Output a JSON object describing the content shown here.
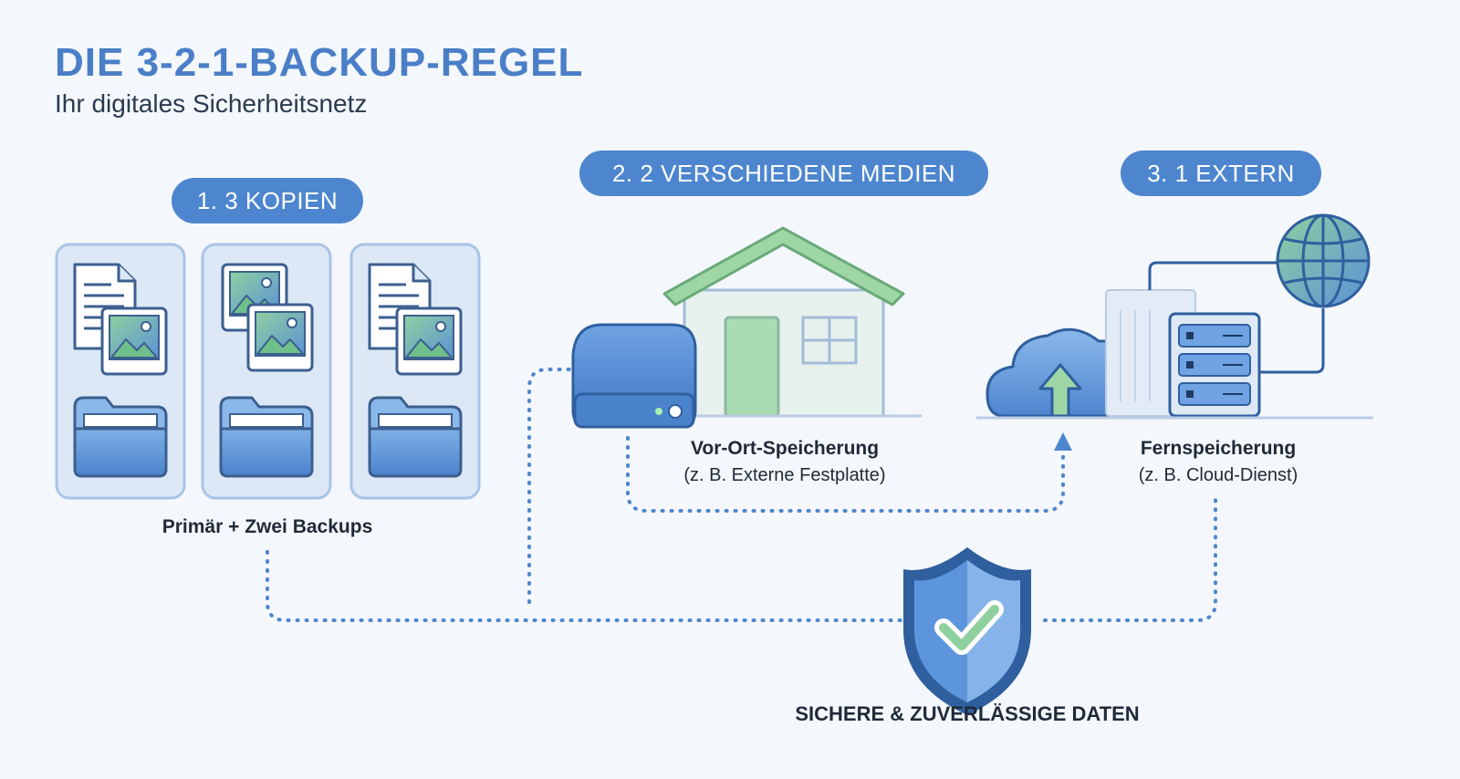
{
  "header": {
    "title": "DIE 3-2-1-BACKUP-REGEL",
    "subtitle": "Ihr digitales Sicherheitsnetz"
  },
  "steps": [
    {
      "label": "1. 3 KOPIEN"
    },
    {
      "label": "2. 2 VERSCHIEDENE MEDIEN"
    },
    {
      "label": "3. 1 EXTERN"
    }
  ],
  "copies": {
    "caption": "Primär + Zwei Backups"
  },
  "onsite": {
    "title": "Vor-Ort-Speicherung",
    "detail": "(z. B. Externe Festplatte)"
  },
  "offsite": {
    "title": "Fernspeicherung",
    "detail": "(z. B. Cloud-Dienst)"
  },
  "result": {
    "caption": "SICHERE & ZUVERLÄSSIGE DATEN"
  },
  "colors": {
    "accent": "#4d86cf",
    "title": "#4a7fc8",
    "green": "#7cc58a",
    "card": "#dce8f6",
    "dots": "#4d86cf"
  }
}
